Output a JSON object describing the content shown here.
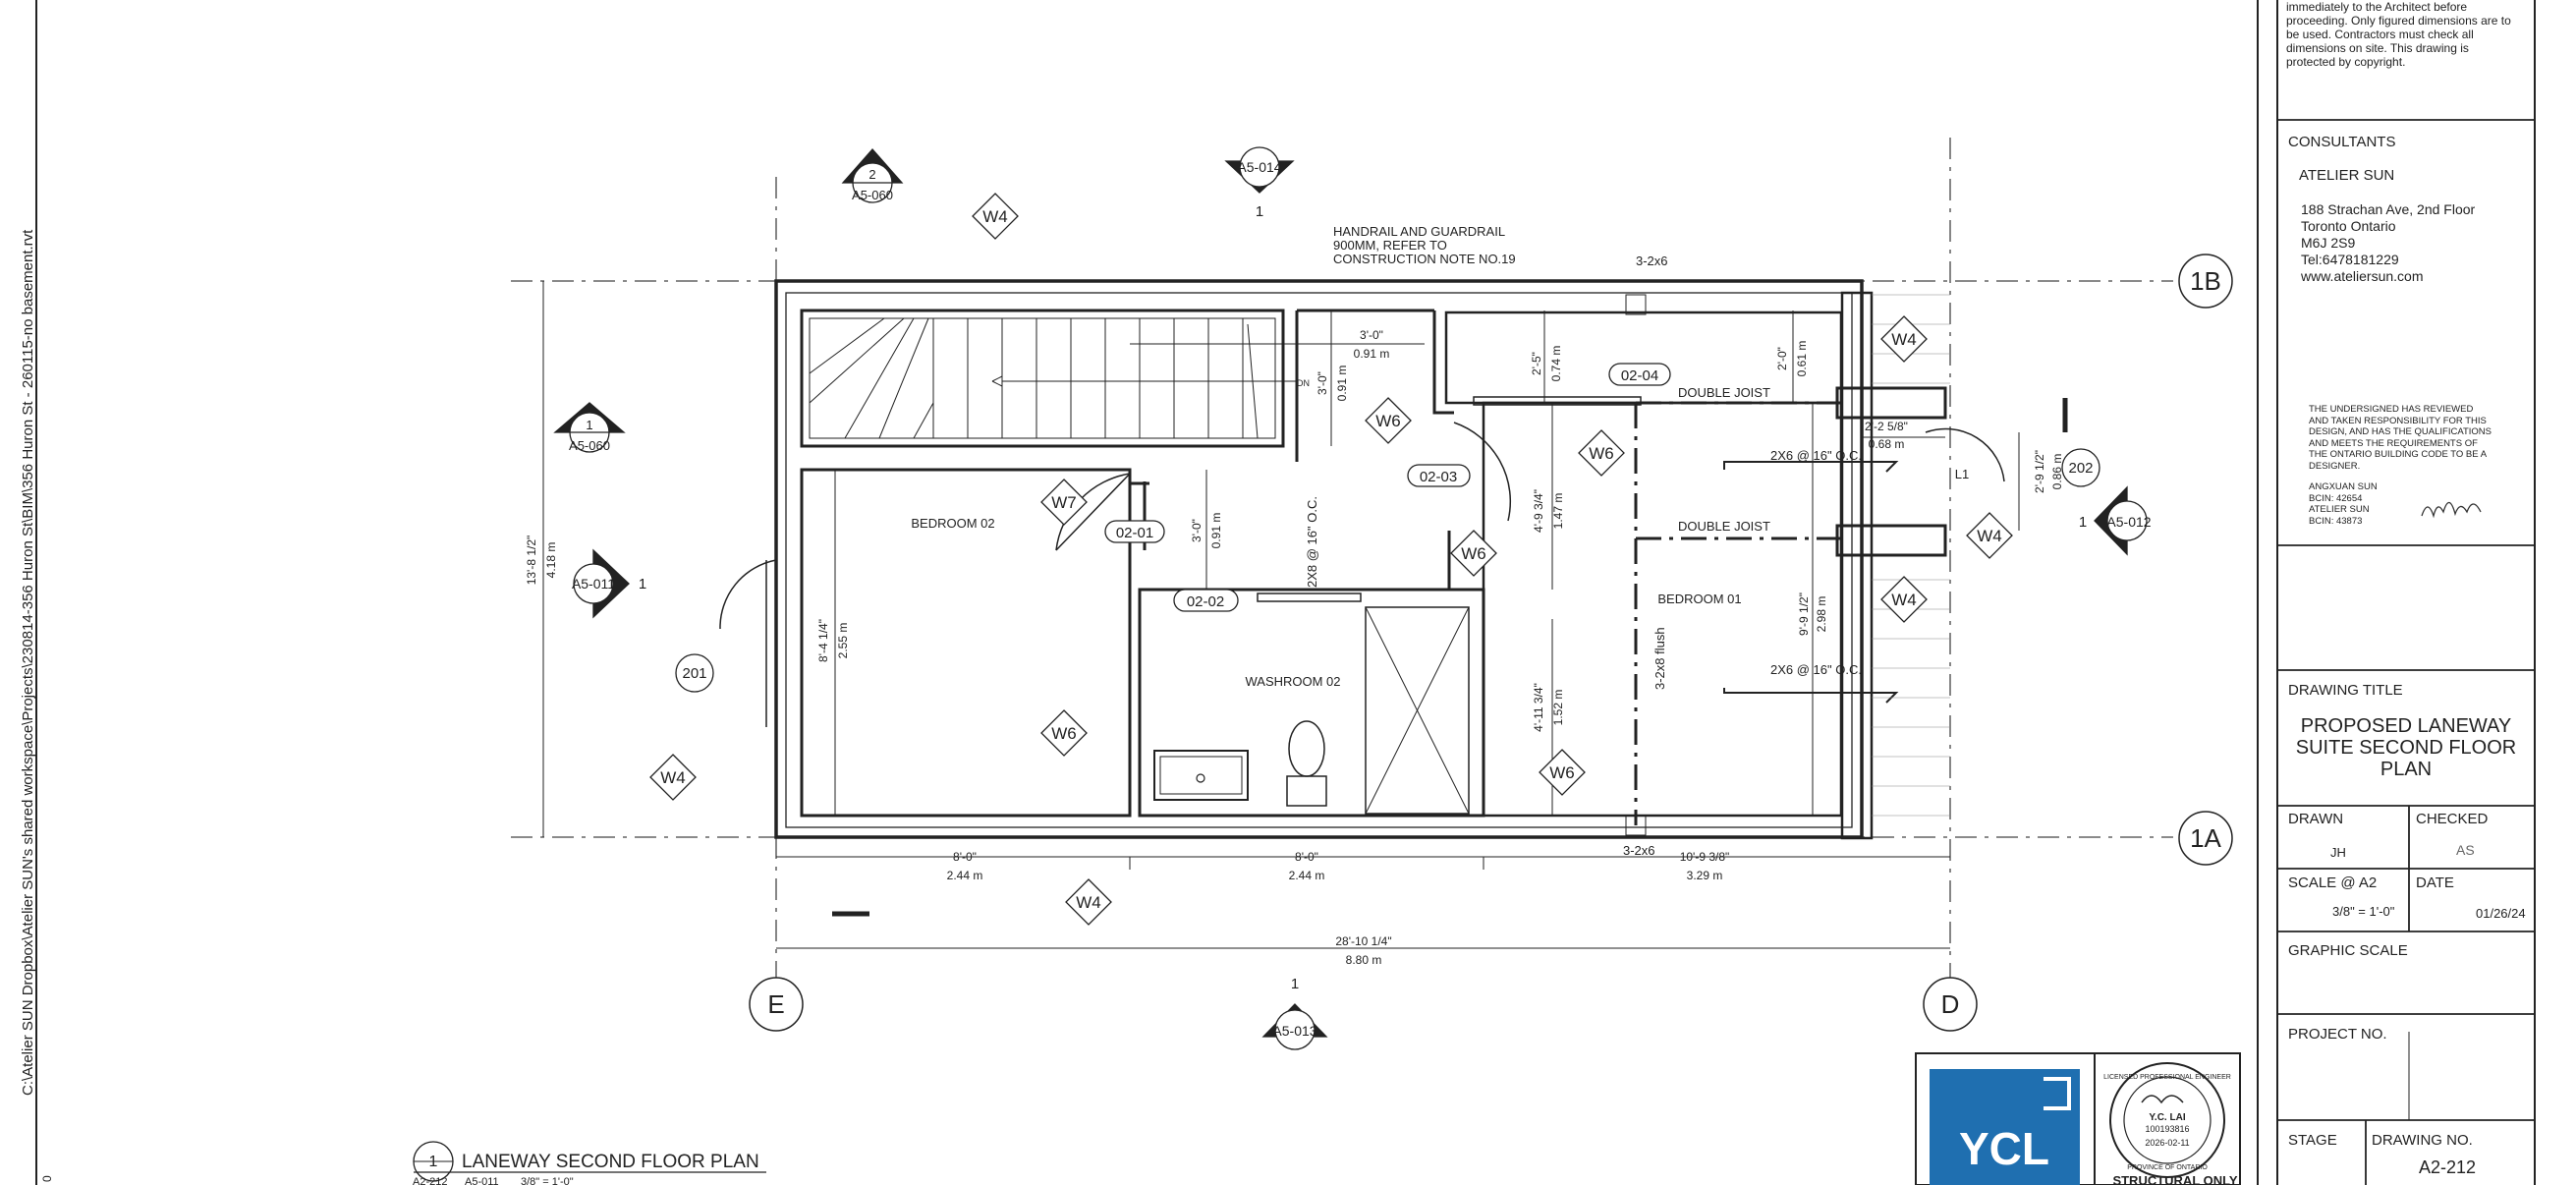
{
  "filepath": "C:\\Atelier SUN Dropbox\\Atelier SUN's shared workspace\\Projects\\230814-356 Huron St\\BIM\\356 Huron St - 260115-no basement.rvt",
  "plan": {
    "rooms": {
      "bedroom02": "BEDROOM 02",
      "bedroom01": "BEDROOM 01",
      "washroom02": "WASHROOM 02"
    },
    "tags": {
      "t0201": "02-01",
      "t0202": "02-02",
      "t0203": "02-03",
      "t0204": "02-04",
      "t201": "201",
      "t202": "202",
      "L1": "L1"
    },
    "windows": {
      "W4": "W4",
      "W6": "W6",
      "W7": "W7"
    },
    "notes": {
      "handrail": [
        "HANDRAIL AND GUARDRAIL",
        "900MM, REFER TO",
        "CONSTRUCTION NOTE NO.19"
      ],
      "dn": "DN",
      "doubleJoistTop": "DOUBLE JOIST",
      "doubleJoistMid": "DOUBLE JOIST",
      "joistTop": "2X6 @ 16\" O.C.",
      "joistBottom": "2X6 @ 16\" O.C.",
      "joistLeft": "2X8 @ 16\" O.C.",
      "flush": "3-2x8 flush",
      "header1": "3-2x6",
      "header2": "3-2x6"
    },
    "grids": {
      "g1B": "1B",
      "g1A": "1A",
      "gE": "E",
      "gD": "D"
    },
    "sections": {
      "s2": "2",
      "a5060a": "A5-060",
      "s1a": "1",
      "a5060b": "A5-060",
      "a5014": "A5-014",
      "s1b": "1",
      "a5012": "A5-012",
      "s1c": "1",
      "a5013": "A5-013",
      "s1d": "1",
      "a5011": "A5-011",
      "s1e": "1"
    },
    "dims": {
      "d300a": "3'-0\"",
      "d091a": "0.91 m",
      "d300b": "3'-0\"",
      "d091b": "0.91 m",
      "d300c": "3'-0\"",
      "d091c": "0.91 m",
      "d25": "2'-5\"",
      "d074": "0.74 m",
      "d20": "2'-0\"",
      "d061": "0.61 m",
      "d2258": "2'-2 5/8\"",
      "d068": "0.68 m",
      "d29": "2'-9 1/2\"",
      "d086": "0.86 m",
      "d4934": "4'-9 3/4\"",
      "d147": "1.47 m",
      "d41134": "4'-11 3/4\"",
      "d152": "1.52 m",
      "d912": "9'-9 1/2\"",
      "d298": "2.98 m",
      "d84": "8'-4 1/4\"",
      "d255": "2.55 m",
      "d1381": "13'-8 1/2\"",
      "d418": "4.18 m",
      "d80a": "8'-0\"",
      "d244a": "2.44 m",
      "d80b": "8'-0\"",
      "d244b": "2.44 m",
      "d1093": "10'-9 3/8\"",
      "d329": "3.29 m",
      "d2810": "28'-10 1/4\"",
      "d880": "8.80 m"
    },
    "viewTitle": {
      "number": "1",
      "title": "LANEWAY SECOND FLOOR PLAN",
      "ref1": "A2-212",
      "ref2": "A5-011",
      "scale": "3/8\" = 1'-0\""
    }
  },
  "titleBlock": {
    "notesTop": [
      "immediately to the Architect before",
      "proceeding. Only figured dimensions are to",
      "be used. Contractors must check all",
      "dimensions on site. This drawing is",
      "protected by copyright."
    ],
    "consultantsLabel": "CONSULTANTS",
    "firm": "ATELIER SUN",
    "address": [
      "188 Strachan Ave, 2nd Floor",
      "Toronto Ontario",
      "M6J 2S9",
      "Tel:6478181229",
      "www.ateliersun.com"
    ],
    "designerStatement": [
      "THE UNDERSIGNED HAS REVIEWED",
      "AND TAKEN RESPONSIBILITY FOR THIS",
      "DESIGN, AND HAS THE QUALIFICATIONS",
      "AND MEETS THE REQUIREMENTS OF",
      "THE ONTARIO BUILDING CODE TO BE A",
      "DESIGNER."
    ],
    "designer": [
      "ANGXUAN SUN",
      "BCIN: 42654",
      "ATELIER SUN",
      "BCIN: 43873"
    ],
    "signature": "3ZF2G",
    "drawingTitleLabel": "DRAWING TITLE",
    "drawingTitle": [
      "PROPOSED LANEWAY",
      "SUITE SECOND FLOOR",
      "PLAN"
    ],
    "drawnLabel": "DRAWN",
    "drawn": "JH",
    "checkedLabel": "CHECKED",
    "checked": "AS",
    "scaleLabel": "SCALE @ A2",
    "scale": "3/8\" = 1'-0\"",
    "dateLabel": "DATE",
    "date": "01/26/24",
    "graphicScaleLabel": "GRAPHIC SCALE",
    "projectNoLabel": "PROJECT NO.",
    "stageLabel": "STAGE",
    "drawingNoLabel": "DRAWING NO.",
    "drawingNo": "A2-212",
    "logo": "YCL",
    "seal": [
      "LICENSED PROFESSIONAL ENGINEER",
      "Y.C. LAI",
      "100193816",
      "2026-02-11",
      "PROVINCE OF ONTARIO"
    ],
    "structuralOnly": "STRUCTURAL ONLY"
  },
  "colors": {
    "ink": "#222222",
    "logoBlue": "#1f6fb0",
    "paper": "#ffffff"
  }
}
